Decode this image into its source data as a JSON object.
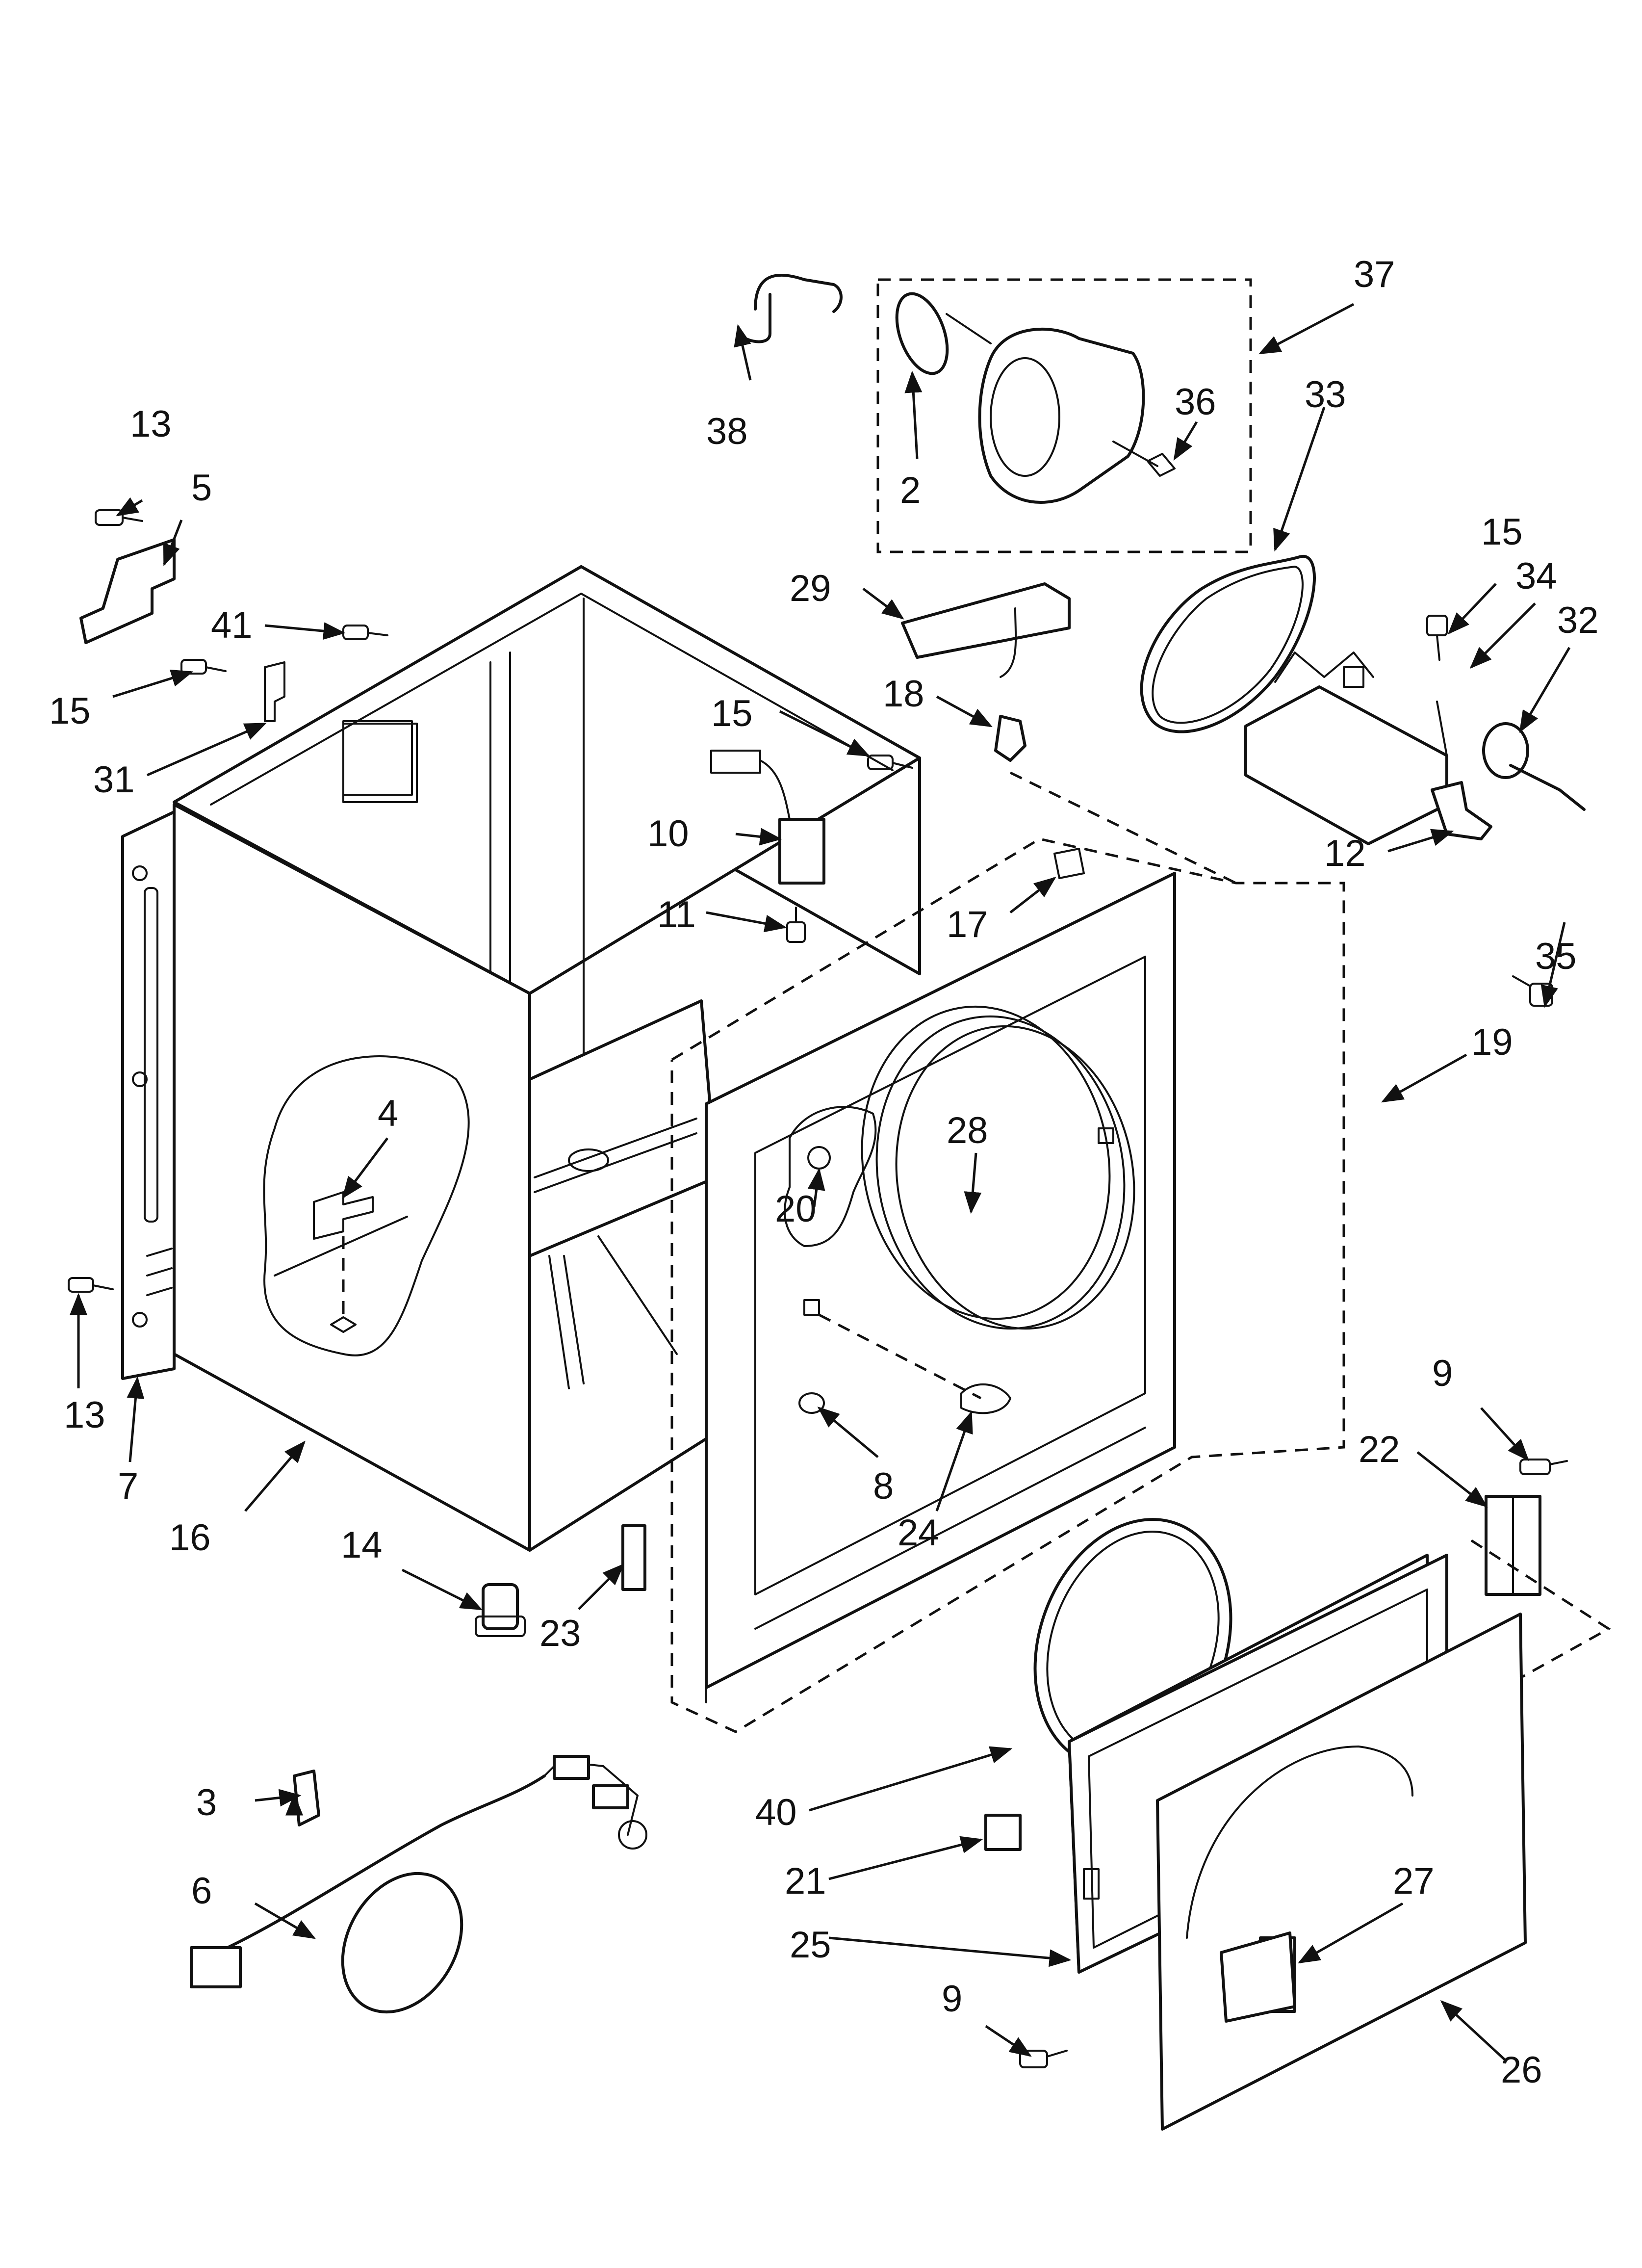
{
  "diagram": {
    "callouts": [
      {
        "id": "c2",
        "text": "2"
      },
      {
        "id": "c3",
        "text": "3"
      },
      {
        "id": "c4",
        "text": "4"
      },
      {
        "id": "c5",
        "text": "5"
      },
      {
        "id": "c6",
        "text": "6"
      },
      {
        "id": "c7",
        "text": "7"
      },
      {
        "id": "c8",
        "text": "8"
      },
      {
        "id": "c9a",
        "text": "9"
      },
      {
        "id": "c9b",
        "text": "9"
      },
      {
        "id": "c10",
        "text": "10"
      },
      {
        "id": "c11",
        "text": "11"
      },
      {
        "id": "c12",
        "text": "12"
      },
      {
        "id": "c13a",
        "text": "13"
      },
      {
        "id": "c13b",
        "text": "13"
      },
      {
        "id": "c14",
        "text": "14"
      },
      {
        "id": "c15a",
        "text": "15"
      },
      {
        "id": "c15b",
        "text": "15"
      },
      {
        "id": "c15c",
        "text": "15"
      },
      {
        "id": "c16",
        "text": "16"
      },
      {
        "id": "c17",
        "text": "17"
      },
      {
        "id": "c18",
        "text": "18"
      },
      {
        "id": "c19",
        "text": "19"
      },
      {
        "id": "c20",
        "text": "20"
      },
      {
        "id": "c21",
        "text": "21"
      },
      {
        "id": "c22",
        "text": "22"
      },
      {
        "id": "c23",
        "text": "23"
      },
      {
        "id": "c24",
        "text": "24"
      },
      {
        "id": "c25",
        "text": "25"
      },
      {
        "id": "c26",
        "text": "26"
      },
      {
        "id": "c27",
        "text": "27"
      },
      {
        "id": "c28",
        "text": "28"
      },
      {
        "id": "c29",
        "text": "29"
      },
      {
        "id": "c31",
        "text": "31"
      },
      {
        "id": "c32",
        "text": "32"
      },
      {
        "id": "c33",
        "text": "33"
      },
      {
        "id": "c34",
        "text": "34"
      },
      {
        "id": "c35",
        "text": "35"
      },
      {
        "id": "c36",
        "text": "36"
      },
      {
        "id": "c37",
        "text": "37"
      },
      {
        "id": "c38",
        "text": "38"
      },
      {
        "id": "c40",
        "text": "40"
      },
      {
        "id": "c41",
        "text": "41"
      }
    ]
  }
}
